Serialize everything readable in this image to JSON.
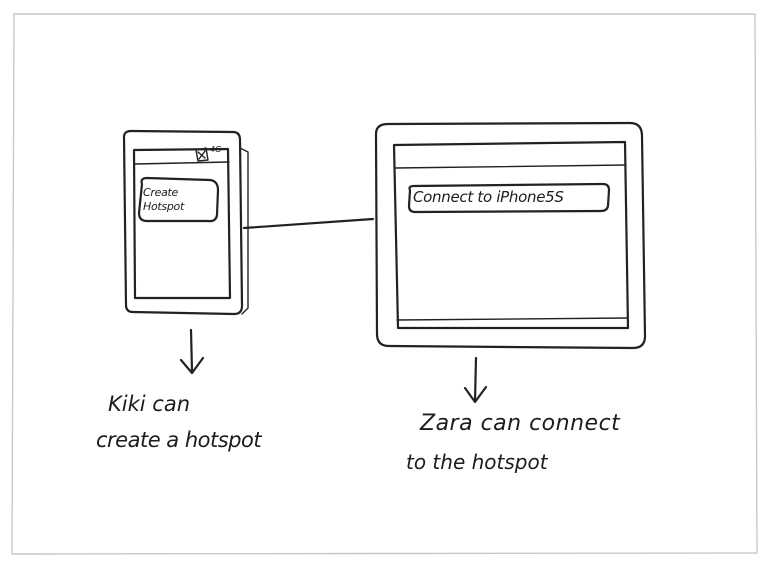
{
  "phone": {
    "status_icon": "signal-battery-icon",
    "status_text": "4G",
    "button_label": "Create Hotspot"
  },
  "tablet": {
    "button_label": "Connect to iPhone5S"
  },
  "captions": {
    "phone_line1": "Kiki can",
    "phone_line2": "create a hotspot",
    "tablet_line1": "Zara can connect",
    "tablet_line2": "to the hotspot"
  },
  "colors": {
    "ink": "#222222",
    "paper": "#ffffff"
  }
}
